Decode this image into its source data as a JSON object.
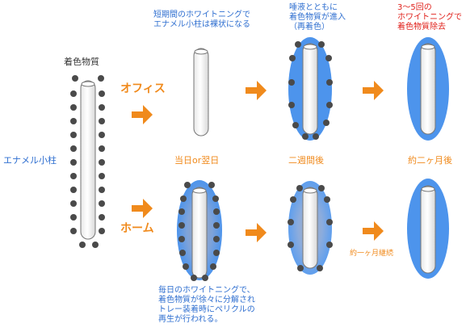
{
  "labels": {
    "dye_material": "着色物質",
    "enamel_rod": "エナメル小柱",
    "office": "オフィス",
    "home": "ホーム",
    "same_or_next_day": "当日or翌日",
    "two_weeks_later": "二週間後",
    "two_months_later": "約二ヶ月後",
    "about_one_month_continued": "約一ヶ月継続",
    "short_whitening": "短期間のホワイトニングで\nエナメル小柱は裸状になる",
    "saliva_reentry": "唾液とともに\n着色物質が進入\n（再着色）",
    "three_to_five_times": "3〜5回の\nホワイトニングで\n着色物質除去",
    "daily_whitening": "毎日のホワイトニングで、\n着色物質が徐々に分解され\nトレー装着時にペリクルの\n再生が行われる。"
  },
  "colors": {
    "blue_fill": "#4d94ec",
    "blue_text": "#2f6fd0",
    "orange": "#f08a1c",
    "red": "#e0201a",
    "dot": "#4a4a4a"
  }
}
